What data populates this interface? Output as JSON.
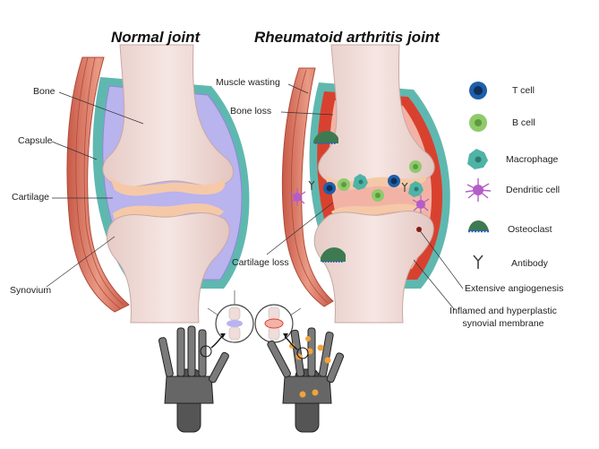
{
  "titles": {
    "normal": "Normal joint",
    "ra": "Rheumatoid arthritis joint"
  },
  "normal_labels": {
    "bone": "Bone",
    "capsule": "Capsule",
    "cartilage": "Cartilage",
    "synovium": "Synovium"
  },
  "ra_labels": {
    "muscle_wasting": "Muscle wasting",
    "bone_loss": "Bone loss",
    "cartilage_loss": "Cartilage loss",
    "angiogenesis": "Extensive angiogenesis",
    "synovial_line1": "Inflamed and hyperplastic",
    "synovial_line2": "synovial membrane"
  },
  "legend": [
    {
      "label": "T cell",
      "icon": "t-cell-icon",
      "color": "#1f5fa8"
    },
    {
      "label": "B cell",
      "icon": "b-cell-icon",
      "color": "#8fca6a"
    },
    {
      "label": "Macrophage",
      "icon": "macrophage-icon",
      "color": "#4fb3a6"
    },
    {
      "label": "Dendritic cell",
      "icon": "dendritic-cell-icon",
      "color": "#b45cc8"
    },
    {
      "label": "Osteoclast",
      "icon": "osteoclast-icon",
      "color": "#3d7a52"
    },
    {
      "label": "Antibody",
      "icon": "antibody-icon",
      "color": "#555555"
    }
  ],
  "colors": {
    "bone": "#f0dcd8",
    "cartilage": "#f5c9a8",
    "synovial_fluid": "#b9b3ee",
    "capsule": "#5fb8b0",
    "muscle": "#d9735f",
    "inflamed": "#d9412f",
    "inflamed_light": "#f2b3a6"
  }
}
